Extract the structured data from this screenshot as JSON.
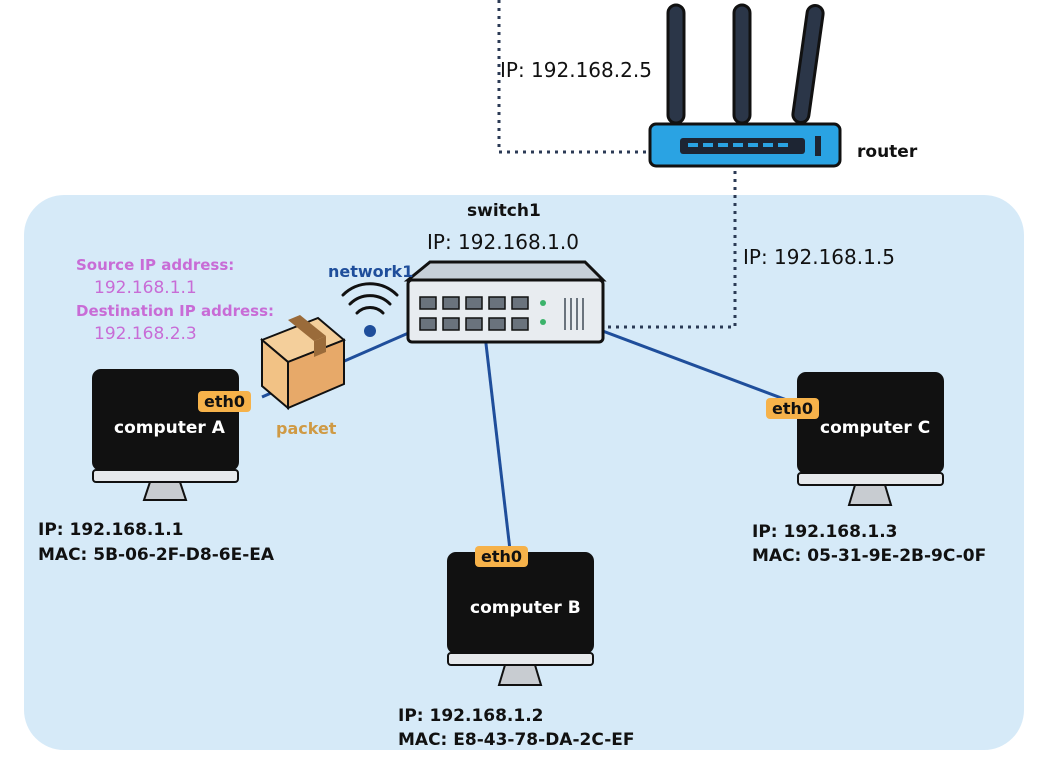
{
  "router": {
    "label": "router",
    "wan_ip": "IP: 192.168.2.5",
    "lan_ip": "IP: 192.168.1.5"
  },
  "switch": {
    "name": "switch1",
    "ip": "IP: 192.168.1.0"
  },
  "network": {
    "label": "network1"
  },
  "packet": {
    "label": "packet",
    "source_label": "Source IP address:",
    "source_ip": "192.168.1.1",
    "dest_label": "Destination IP address:",
    "dest_ip": "192.168.2.3"
  },
  "computers": [
    {
      "name": "computer A",
      "iface": "eth0",
      "ip": "IP: 192.168.1.1",
      "mac": "MAC: 5B-06-2F-D8-6E-EA"
    },
    {
      "name": "computer B",
      "iface": "eth0",
      "ip": "IP: 192.168.1.2",
      "mac": "MAC: E8-43-78-DA-2C-EF"
    },
    {
      "name": "computer C",
      "iface": "eth0",
      "ip": "IP: 192.168.1.3",
      "mac": "MAC: 05-31-9E-2B-9C-0F"
    }
  ]
}
